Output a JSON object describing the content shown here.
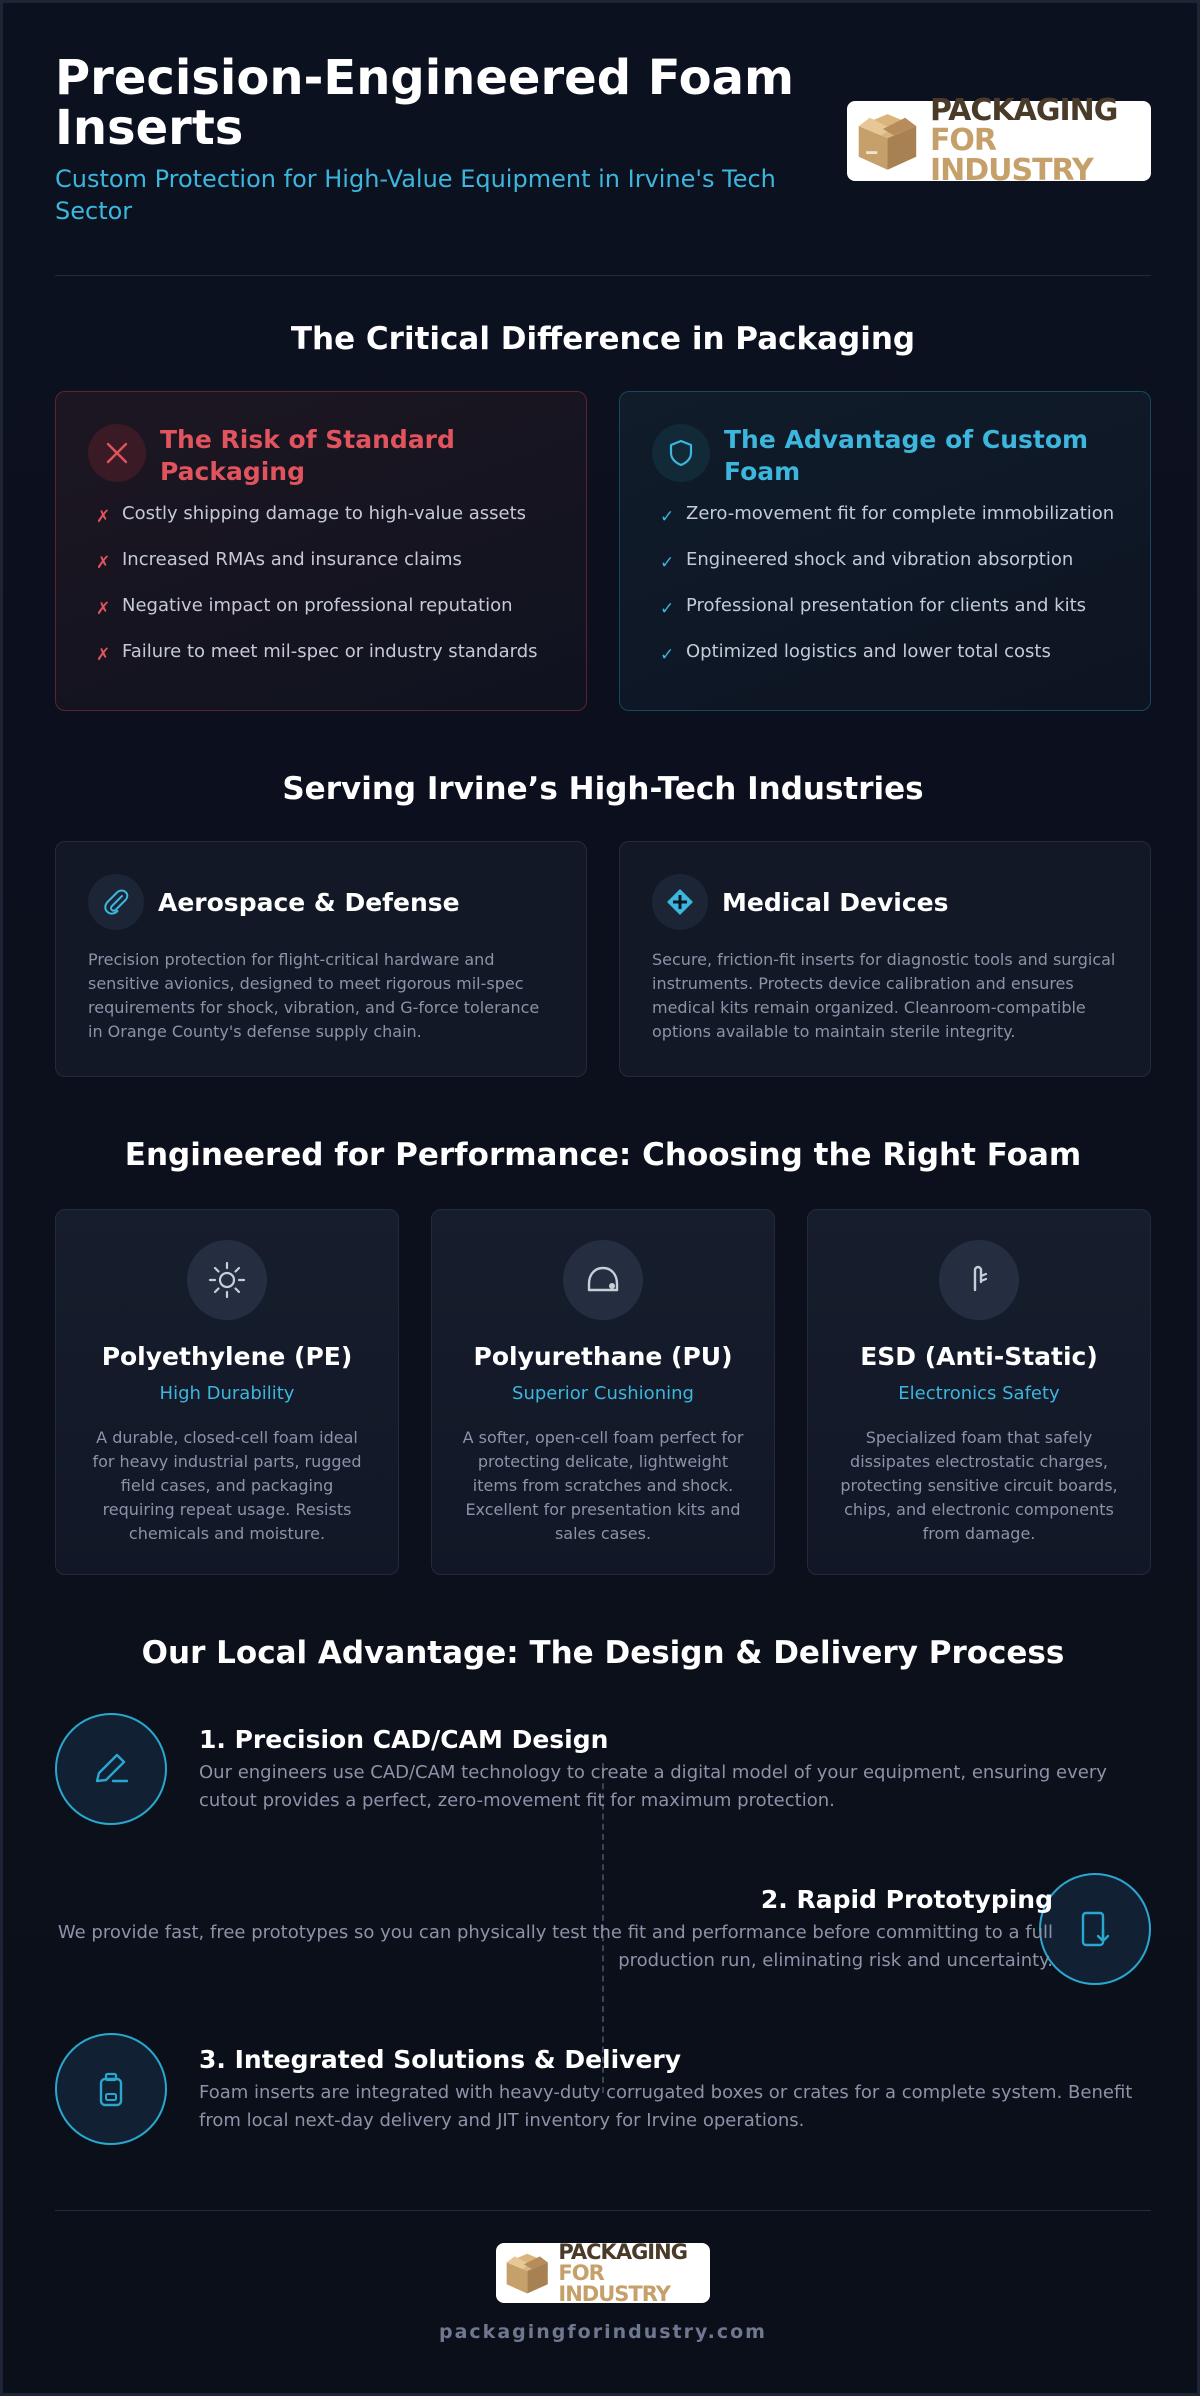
{
  "header": {
    "title": "Precision-Engineered Foam Inserts",
    "subtitle": "Custom Protection for High-Value Equipment in Irvine's Tech Sector",
    "logo_line1": "PACKAGING",
    "logo_line2": "FOR INDUSTRY"
  },
  "comparison": {
    "section_title": "The Critical Difference in Packaging",
    "risk": {
      "icon": "close-icon",
      "title": "The Risk of Standard Packaging",
      "mark": "✗",
      "items": [
        "Costly shipping damage to high-value assets",
        "Increased RMAs and insurance claims",
        "Negative impact on professional reputation",
        "Failure to meet mil-spec or industry standards"
      ]
    },
    "advantage": {
      "icon": "shield-icon",
      "title": "The Advantage of Custom Foam",
      "mark": "✓",
      "items": [
        "Zero-movement fit for complete immobilization",
        "Engineered shock and vibration absorption",
        "Professional presentation for clients and kits",
        "Optimized logistics and lower total costs"
      ]
    }
  },
  "industries": {
    "section_title": "Serving Irvine’s High-Tech Industries",
    "items": [
      {
        "icon": "paperclip-icon",
        "title": "Aerospace & Defense",
        "text": "Precision protection for flight-critical hardware and sensitive avionics, designed to meet rigorous mil-spec requirements for shock, vibration, and G-force tolerance in Orange County's defense supply chain."
      },
      {
        "icon": "medical-cross-icon",
        "title": "Medical Devices",
        "text": "Secure, friction-fit inserts for diagnostic tools and surgical instruments. Protects device calibration and ensures medical kits remain organized. Cleanroom-compatible options available to maintain sterile integrity."
      }
    ]
  },
  "foams": {
    "section_title": "Engineered for Performance: Choosing the Right Foam",
    "items": [
      {
        "icon": "sun-icon",
        "title": "Polyethylene (PE)",
        "subtitle": "High Durability",
        "text": "A durable, closed-cell foam ideal for heavy industrial parts, rugged field cases, and packaging requiring repeat usage. Resists chemicals and moisture."
      },
      {
        "icon": "cushion-icon",
        "title": "Polyurethane (PU)",
        "subtitle": "Superior Cushioning",
        "text": "A softer, open-cell foam perfect for protecting delicate, lightweight items from scratches and shock. Excellent for presentation kits and sales cases."
      },
      {
        "icon": "touch-icon",
        "title": "ESD (Anti-Static)",
        "subtitle": "Electronics Safety",
        "text": "Specialized foam that safely dissipates electrostatic charges, protecting sensitive circuit boards, chips, and electronic components from damage."
      }
    ]
  },
  "process": {
    "section_title": "Our Local Advantage: The Design & Delivery Process",
    "steps": [
      {
        "icon": "pencil-icon",
        "title": "1. Precision CAD/CAM Design",
        "text": "Our engineers use CAD/CAM technology to create a digital model of your equipment, ensuring every cutout provides a perfect, zero-movement fit for maximum protection."
      },
      {
        "icon": "tablet-arrow-icon",
        "title": "2. Rapid Prototyping",
        "text": "We provide fast, free prototypes so you can physically test the fit and performance before committing to a full production run, eliminating risk and uncertainty."
      },
      {
        "icon": "package-icon",
        "title": "3. Integrated Solutions & Delivery",
        "text": "Foam inserts are integrated with heavy-duty corrugated boxes or crates for a complete system. Benefit from local next-day delivery and JIT inventory for Irvine operations."
      }
    ]
  },
  "footer": {
    "url": "packagingforindustry.com"
  },
  "colors": {
    "accent": "#3cb6dc",
    "danger": "#e2545d",
    "background": "#0b0f19",
    "card": "#121826",
    "logo_dark": "#4a3a28",
    "logo_gold": "#c6a06a"
  }
}
